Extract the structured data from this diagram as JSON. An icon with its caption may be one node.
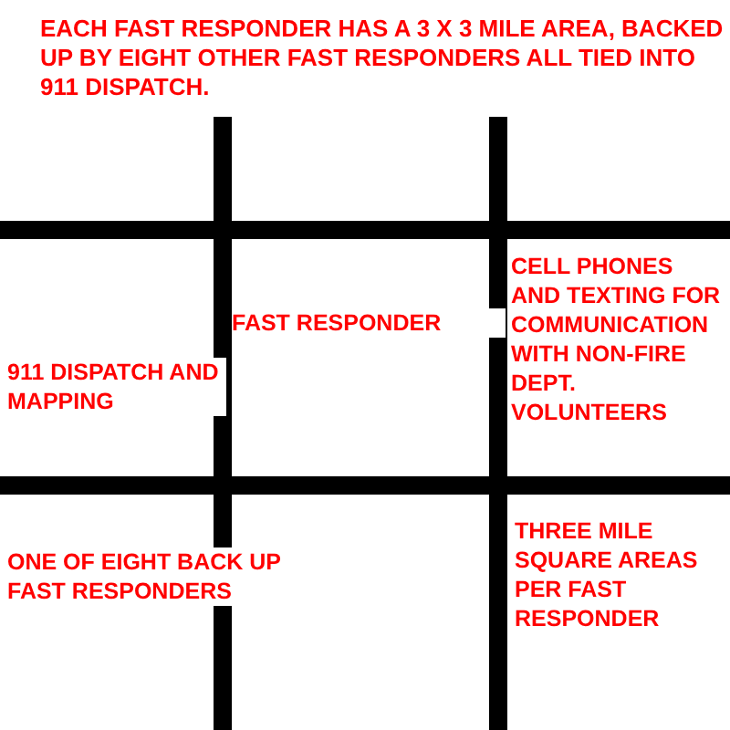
{
  "diagram": {
    "title": "EACH FAST RESPONDER HAS A 3 X 3 MILE AREA, BACKED UP BY EIGHT OTHER FAST RESPONDERS ALL TIED INTO 911 DISPATCH.",
    "nodes": [
      {
        "text": [],
        "shape": "box"
      },
      {
        "text": [],
        "shape": "box"
      },
      {
        "text": [],
        "shape": "box"
      },
      {
        "text": [
          "911 DISPATCH AND MAPPING"
        ]
      },
      {
        "text": [
          "FAST RESPONDER"
        ]
      },
      {
        "text": [
          "CELL PHONES AND TEXTING FOR COMMUNICATION WITH NON-FIRE DEPT. VOLUNTEERS"
        ]
      },
      {
        "text": [
          "ONE OF EIGHT BACK UP FAST RESPONDERS"
        ]
      },
      {
        "text": [],
        "shape": "box"
      },
      {
        "text": [
          "THREE MILE SQUARE AREAS PER FAST RESPONDER"
        ]
      }
    ]
  }
}
